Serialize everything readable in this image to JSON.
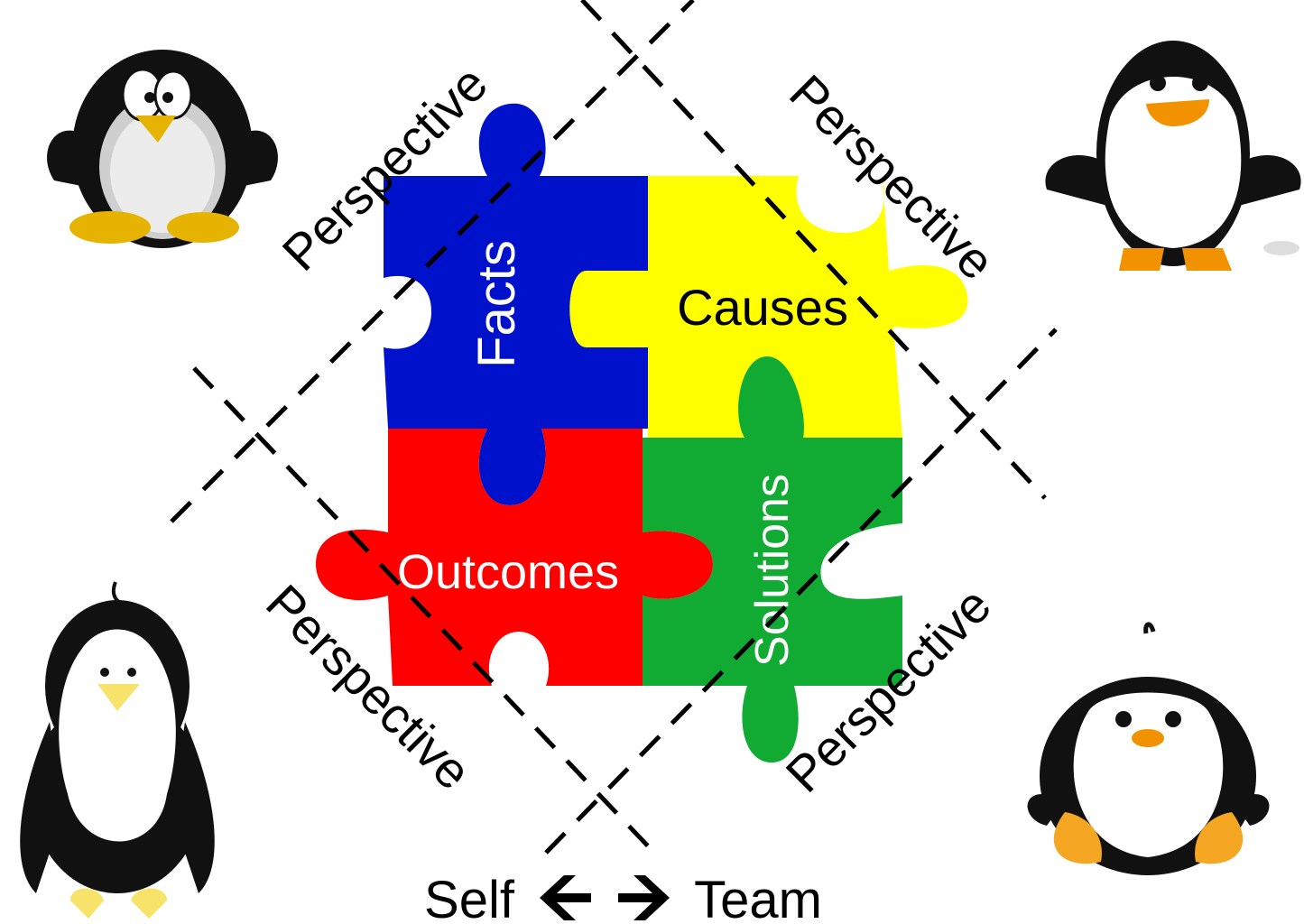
{
  "pieces": {
    "facts": {
      "label": "Facts",
      "color": "#0011cc",
      "text_color": "#ffffff"
    },
    "causes": {
      "label": "Causes",
      "color": "#ffff00",
      "text_color": "#000000"
    },
    "outcomes": {
      "label": "Outcomes",
      "color": "#ff0000",
      "text_color": "#ffffff"
    },
    "solutions": {
      "label": "Solutions",
      "color": "#11aa33",
      "text_color": "#ffffff"
    }
  },
  "perspectives": {
    "top_left": "Perspective",
    "top_right": "Perspective",
    "bottom_left": "Perspective",
    "bottom_right": "Perspective"
  },
  "footer": {
    "self_label": "Self",
    "arrow_left": "🡸",
    "arrow_right": "🡺",
    "team_label": "Team"
  },
  "penguins": {
    "top_left": "penguin-cartoon-grey",
    "top_right": "penguin-cartoon-orange-beak",
    "bottom_left": "penguin-silhouette-standing",
    "bottom_right": "penguin-sitting"
  }
}
